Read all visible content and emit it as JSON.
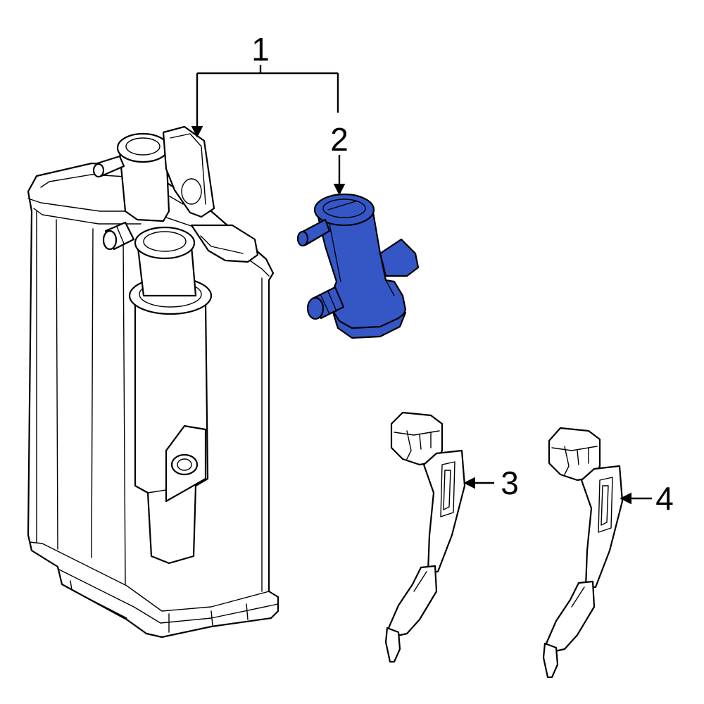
{
  "callouts": [
    {
      "id": "1",
      "label": "1"
    },
    {
      "id": "2",
      "label": "2"
    },
    {
      "id": "3",
      "label": "3"
    },
    {
      "id": "4",
      "label": "4"
    }
  ],
  "colors": {
    "highlight_fill": "#3557c6",
    "outline": "#000000",
    "background": "#ffffff"
  }
}
